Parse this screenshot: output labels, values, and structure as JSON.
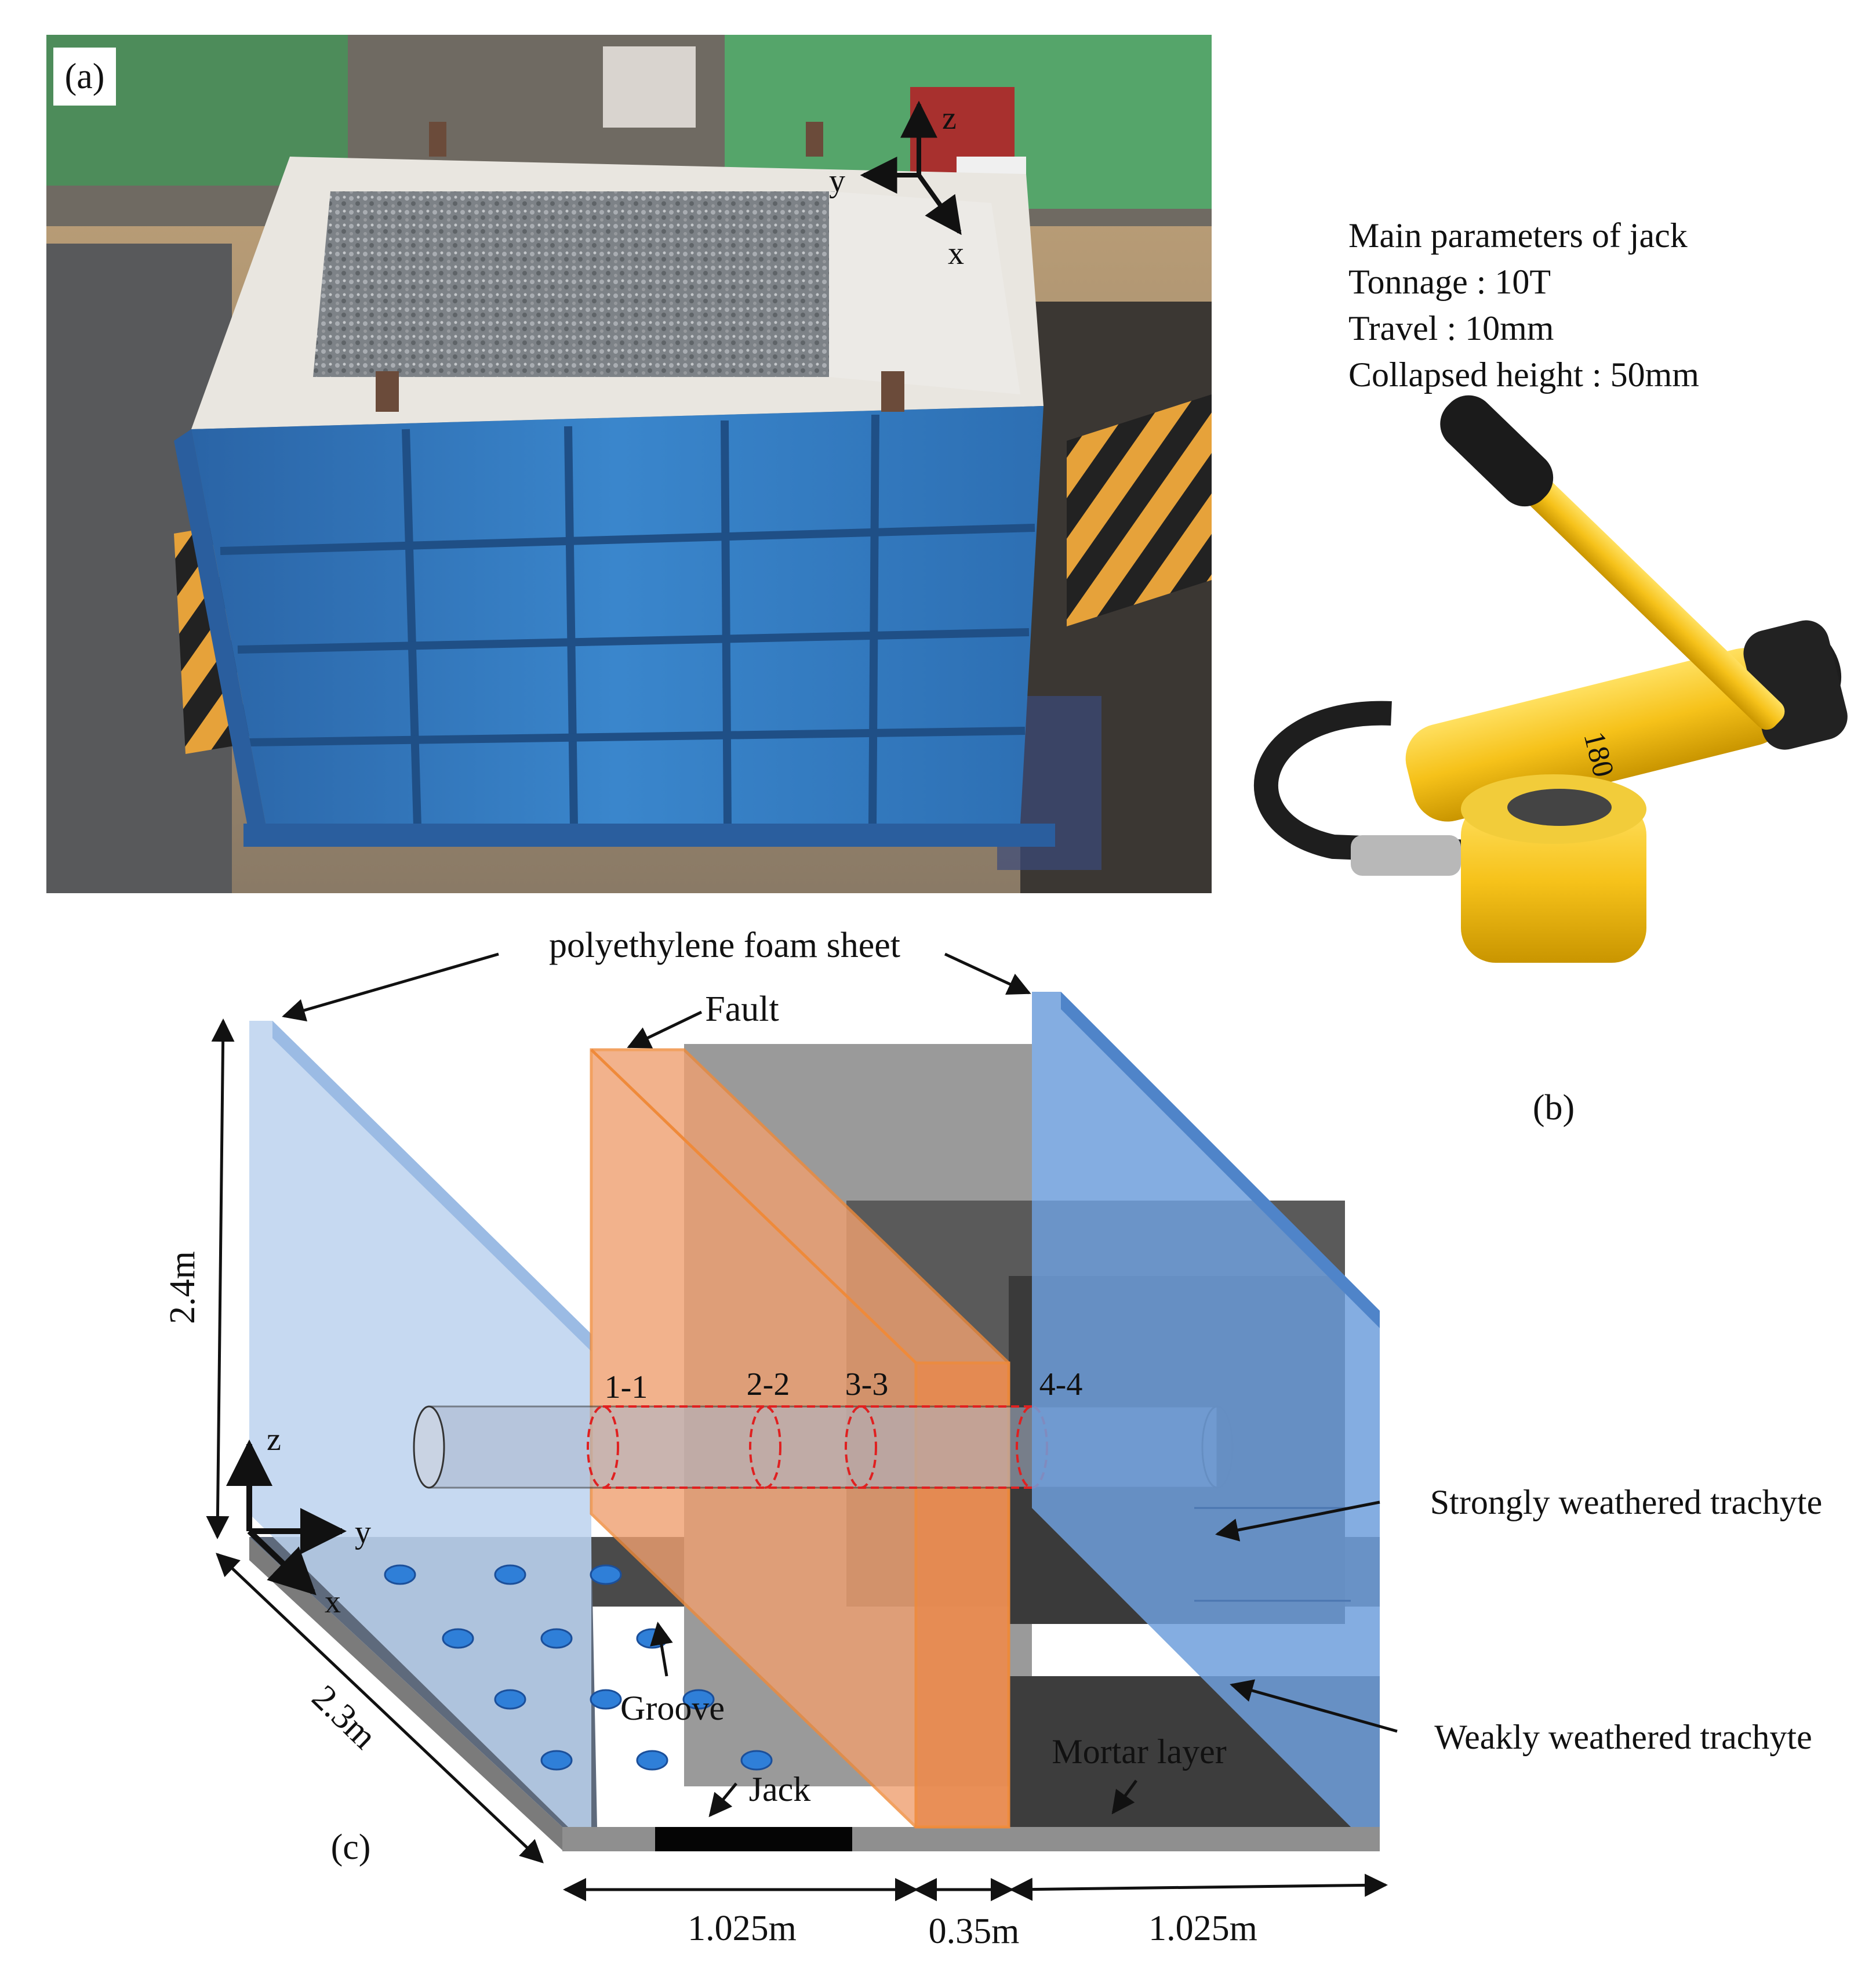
{
  "panel_labels": {
    "a": "(a)",
    "b": "(b)",
    "c": "(c)"
  },
  "jack_parameters": {
    "title": "Main parameters of jack",
    "tonnage": "Tonnage : 10T",
    "travel": "Travel : 10mm",
    "collapsed_height": "Collapsed height : 50mm",
    "cylinder_marking": "180"
  },
  "photo_axes": {
    "z": "z",
    "y": "y",
    "x": "x"
  },
  "diagram": {
    "labels": {
      "foam_sheet": "polyethylene foam sheet",
      "fault": "Fault",
      "strong_trachyte": "Strongly weathered trachyte",
      "weak_trachyte": "Weakly weathered trachyte",
      "groove": "Groove",
      "jack": "Jack",
      "mortar": "Mortar layer"
    },
    "sections": [
      "1-1",
      "2-2",
      "3-3",
      "4-4"
    ],
    "axes": {
      "z": "z",
      "y": "y",
      "x": "x"
    },
    "dimensions": {
      "height": "2.4m",
      "depth": "2.3m",
      "width_left": "1.025m",
      "width_mid": "0.35m",
      "width_right": "1.025m"
    }
  },
  "colors": {
    "foam_blue": "#6f9fdc",
    "foam_light": "#bcd2ee",
    "fault_orange": "#f0a070",
    "fault_edge": "#ef8a3a",
    "rock_gray": "#8e8e8e",
    "rock_dark": "#3a3a3a",
    "groove_blue": "#2f7fd8",
    "section_red": "#e02020",
    "tank_blue": "#2f73b8"
  }
}
